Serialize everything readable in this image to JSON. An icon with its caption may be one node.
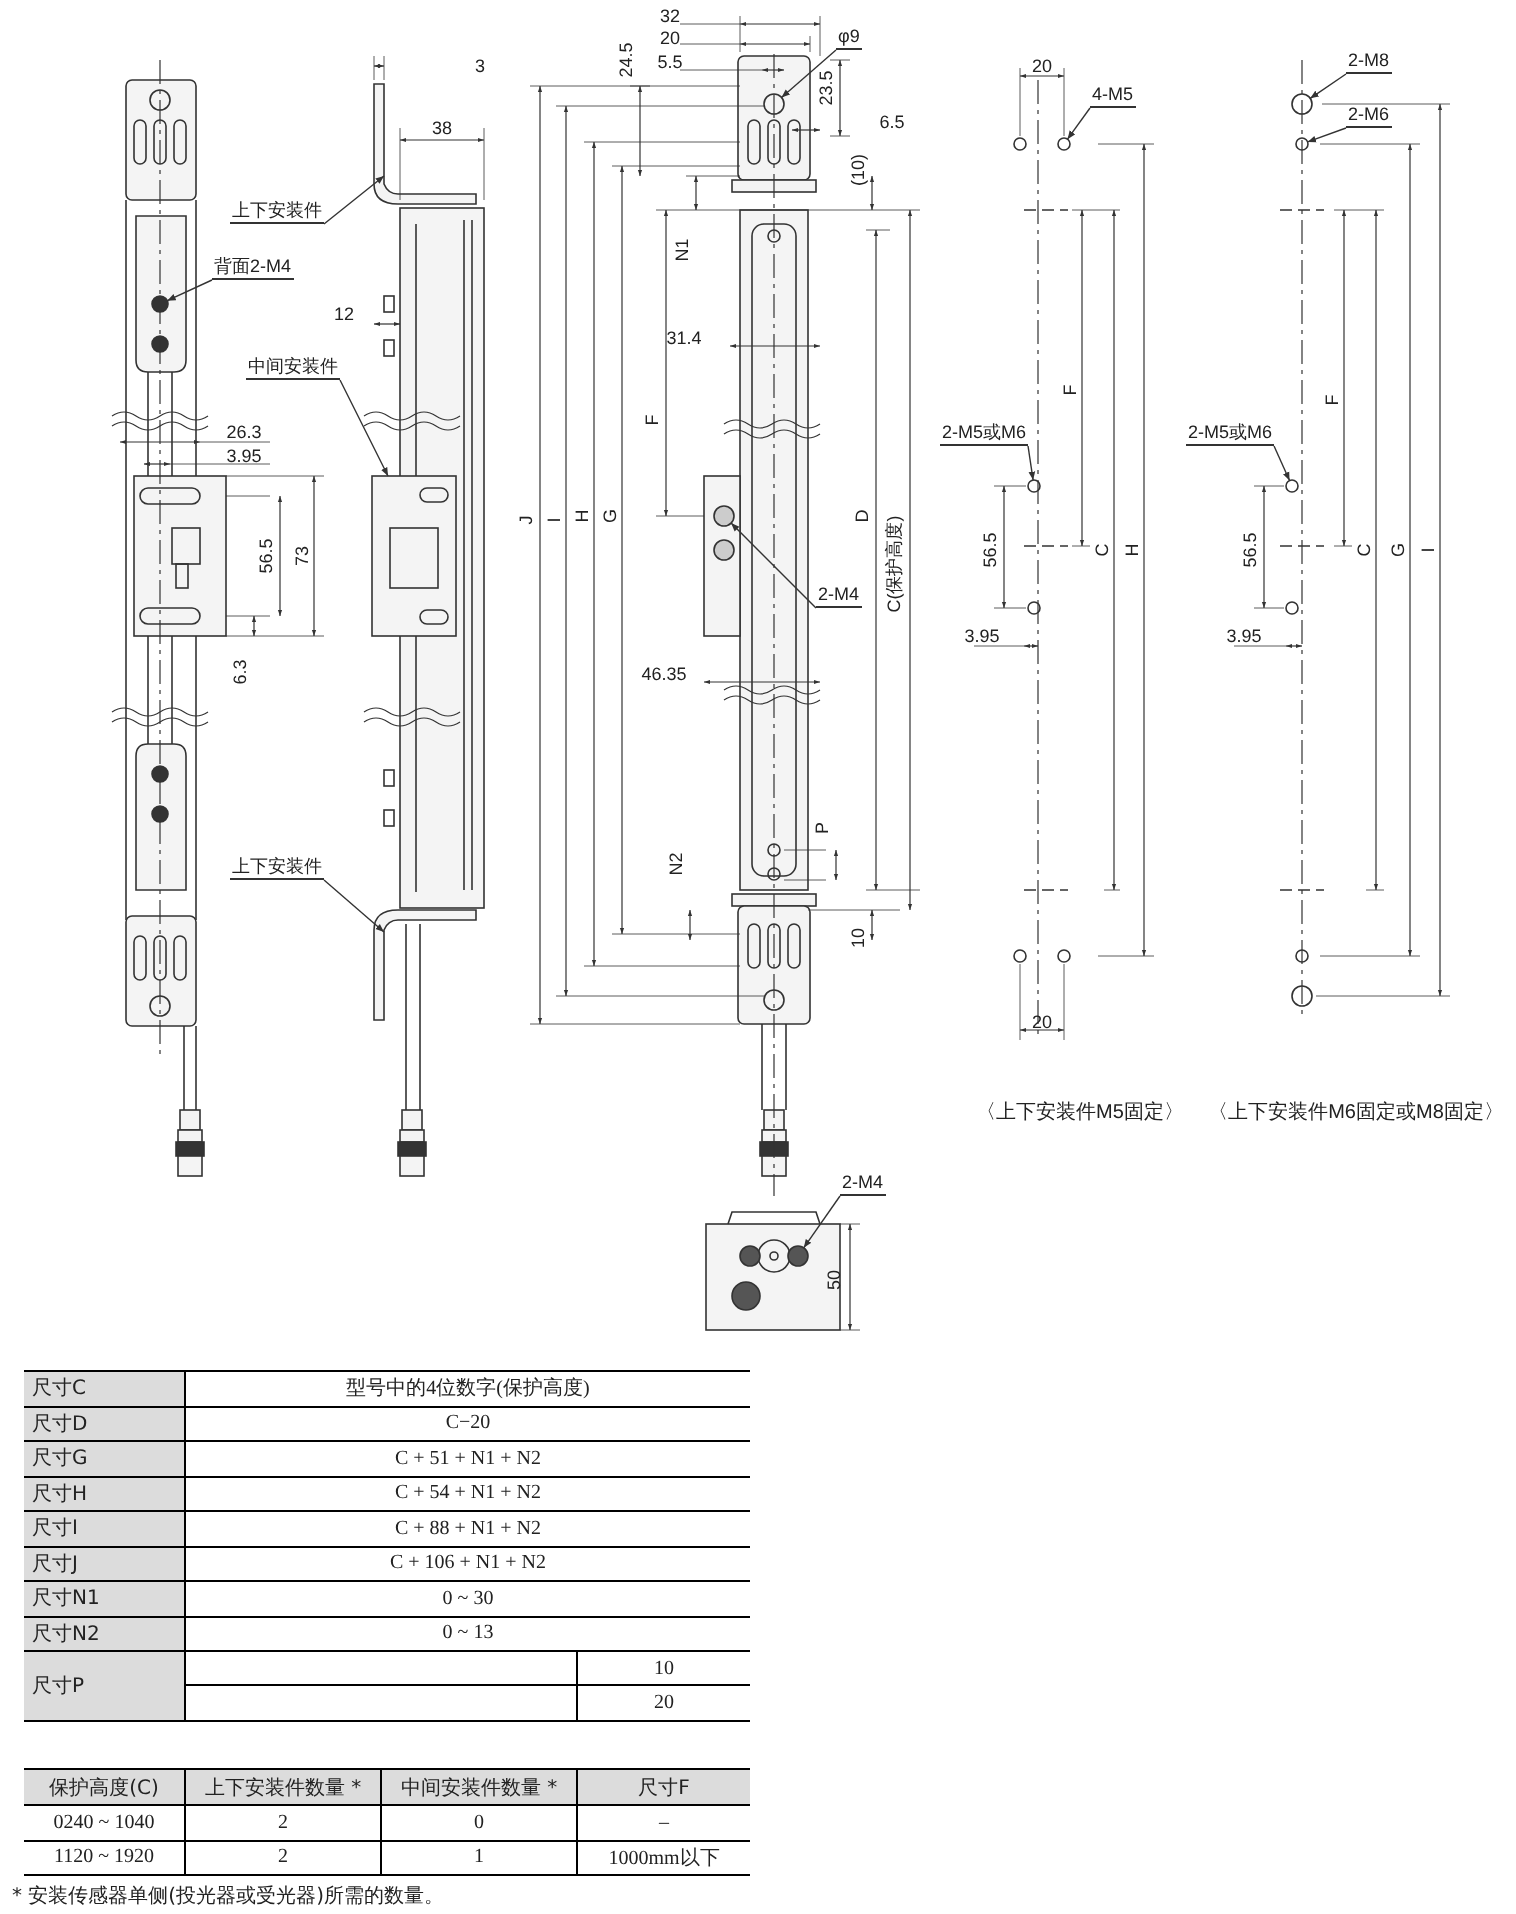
{
  "diagram": {
    "nodes": [
      {
        "text": [
          "上下安装件"
        ]
      },
      {
        "text": [
          "背面2-M4"
        ]
      },
      {
        "text": [
          "中间安装件"
        ]
      },
      {
        "text": [
          "上下安装件"
        ]
      },
      {
        "text": [
          "φ9"
        ]
      },
      {
        "text": [
          "2-M4"
        ]
      },
      {
        "text": [
          "4-M5"
        ]
      },
      {
        "text": [
          "2-M5或M6"
        ]
      },
      {
        "text": [
          "2-M5或M6"
        ]
      },
      {
        "text": [
          "2-M8"
        ]
      },
      {
        "text": [
          "2-M6"
        ]
      },
      {
        "text": [
          "2-M4"
        ]
      },
      {
        "text": [],
        "shape": "box"
      },
      {
        "text": [],
        "shape": "circle"
      },
      {
        "text": [],
        "shape": "box"
      },
      {
        "text": [],
        "shape": "box"
      },
      {
        "text": [],
        "shape": "circle"
      },
      {
        "text": [],
        "shape": "circle"
      },
      {
        "text": [],
        "shape": "circle"
      },
      {
        "text": [],
        "shape": "circle"
      },
      {
        "text": [],
        "shape": "circle"
      },
      {
        "text": [],
        "shape": "circle"
      },
      {
        "text": [],
        "shape": "circle"
      },
      {
        "text": [],
        "shape": "circle"
      }
    ],
    "edges": [
      {
        "from": 0,
        "to": 12,
        "arrow": "to"
      },
      {
        "from": 1,
        "to": 13,
        "arrow": "to"
      },
      {
        "from": 2,
        "to": 14,
        "arrow": "to"
      },
      {
        "from": 3,
        "to": 15,
        "arrow": "to"
      },
      {
        "from": 4,
        "to": 16,
        "arrow": "to"
      },
      {
        "from": 5,
        "to": 17,
        "arrow": "to"
      },
      {
        "from": 6,
        "to": 18,
        "arrow": "to"
      },
      {
        "from": 7,
        "to": 19,
        "arrow": "to"
      },
      {
        "from": 8,
        "to": 20,
        "arrow": "to"
      },
      {
        "from": 9,
        "to": 21,
        "arrow": "to"
      },
      {
        "from": 10,
        "to": 22,
        "arrow": "to"
      },
      {
        "from": 11,
        "to": 23,
        "arrow": "to"
      }
    ],
    "labels": [
      "3",
      "38",
      "12",
      "26.3",
      "3.95",
      "56.5",
      "73",
      "6.3",
      "32",
      "20",
      "24.5",
      "5.5",
      "23.5",
      "6.5",
      "(10)",
      "N1",
      "31.4",
      "F",
      "J",
      "I",
      "H",
      "G",
      "D",
      "C(保护高度)",
      "46.35",
      "P",
      "N2",
      "10",
      "50",
      "20",
      "F",
      "56.5",
      "C",
      "H",
      "3.95",
      "20",
      "F",
      "56.5",
      "C",
      "G",
      "I",
      "3.95",
      "〈上下安装件M5固定〉",
      "〈上下安装件M6固定或M8固定〉",
      "尺寸C",
      "型号中的4位数字(保护高度)",
      "尺寸D",
      "C−20",
      "尺寸G",
      "C + 51 + N1 + N2",
      "尺寸H",
      "C + 54 + N1 + N2",
      "尺寸I",
      "C + 88 + N1 + N2",
      "尺寸J",
      "C + 106 + N1 + N2",
      "尺寸N1",
      "0 ~ 30",
      "尺寸N2",
      "0 ~ 13",
      "尺寸P",
      "10",
      "20",
      "保护高度(C)",
      "上下安装件数量 *",
      "中间安装件数量 *",
      "尺寸F",
      "0240 ~ 1040",
      "2",
      "0",
      "–",
      "1120 ~ 1920",
      "2",
      "1",
      "1000mm以下",
      "* 安装传感器单侧(投光器或受光器)所需的数量。"
    ]
  }
}
